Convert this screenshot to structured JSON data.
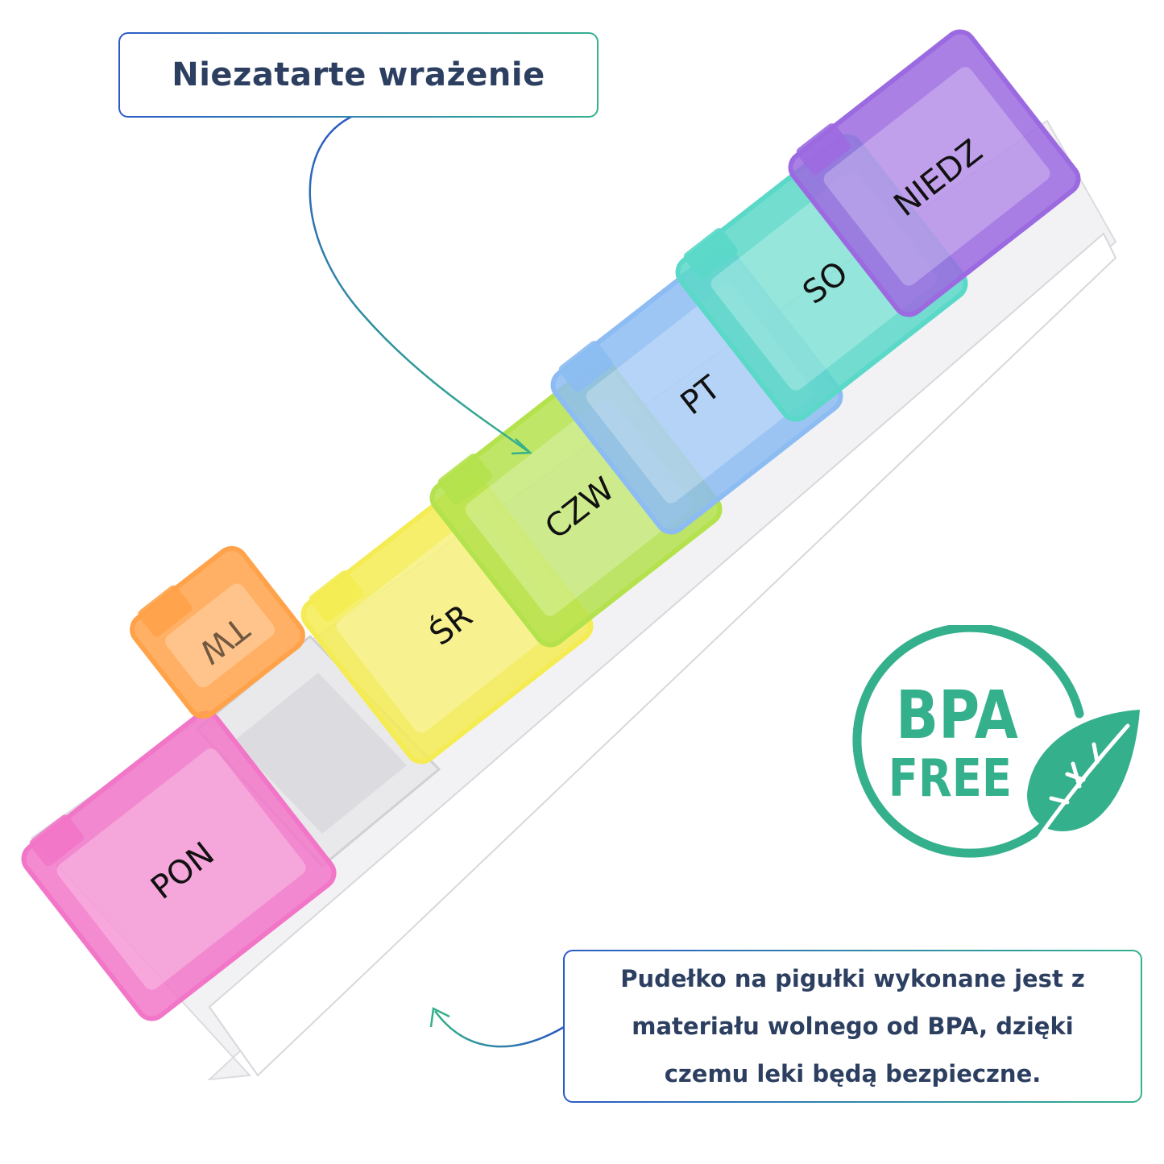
{
  "top_callout": {
    "text": "Niezatarte wrażenie"
  },
  "bottom_callout": {
    "lines": [
      "Pudełko na pigułki wykonane jest z",
      "materiału wolnego od BPA, dzięki",
      "czemu leki będą bezpieczne."
    ]
  },
  "badge": {
    "line1": "BPA",
    "line2": "FREE",
    "color": "#35b08c"
  },
  "pill_box": {
    "compartments": [
      {
        "label": "PON",
        "color": "#f276c8"
      },
      {
        "label": "WT",
        "color": "#ffa24a"
      },
      {
        "label": "ŚR",
        "color": "#f4ec52"
      },
      {
        "label": "CZW",
        "color": "#b4e24c"
      },
      {
        "label": "PT",
        "color": "#8cbcf2"
      },
      {
        "label": "SO",
        "color": "#5ad8c8"
      },
      {
        "label": "NIEDZ",
        "color": "#9c6ae0"
      }
    ]
  },
  "colors": {
    "accent_blue": "#2a58c4",
    "accent_green": "#35b08c",
    "text": "#2c3f60"
  }
}
